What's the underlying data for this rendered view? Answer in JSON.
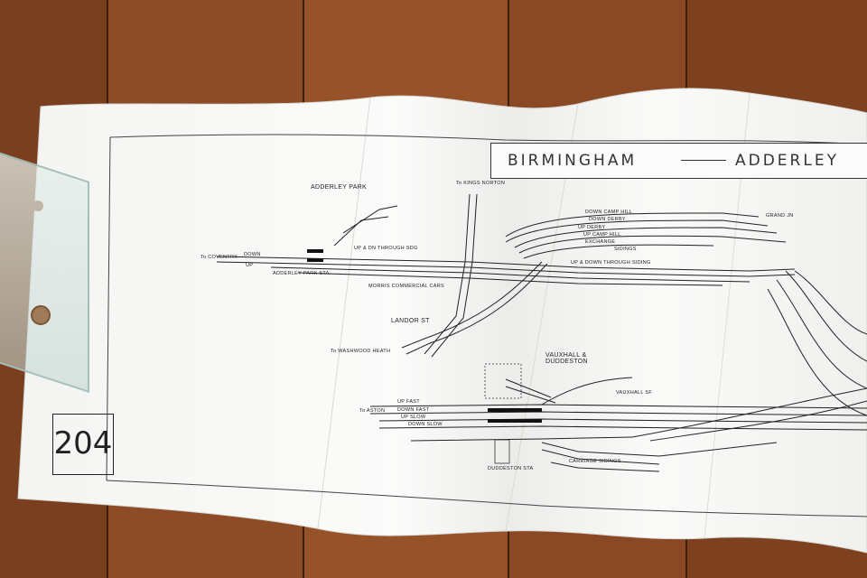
{
  "map": {
    "title_left": "BIRMINGHAM",
    "title_right": "ADDERLEY",
    "sheet_number": "204"
  },
  "labels": {
    "adderley_park": "ADDERLEY PARK",
    "adderley_park_sta": "ADDERLEY PARK STA.",
    "to_coventry": "To COVENTRY",
    "down": "DOWN",
    "up": "UP",
    "up_dn_through": "UP & DN THROUGH SDG",
    "morris_cars": "MORRIS COMMERCIAL CARS",
    "landor_st": "LANDOR ST",
    "to_washwood": "To WASHWOOD HEATH",
    "to_kings_norton": "To KINGS NORTON",
    "down_camp_hill": "DOWN CAMP HILL",
    "down_derby": "DOWN DERBY",
    "up_derby": "UP DERBY",
    "up_camp_hill": "UP CAMP HILL",
    "exchange": "EXCHANGE",
    "sidings": "SIDINGS",
    "up_dn_through_siding": "UP & DOWN THROUGH SIDING",
    "vauxhall_duddeston": "VAUXHALL & DUDDESTON",
    "vauxhall_sf": "VAUXHALL SF",
    "to_aston": "To ASTON",
    "up_fast": "UP FAST",
    "down_fast": "DOWN FAST",
    "up_slow": "UP SLOW",
    "down_slow": "DOWN SLOW",
    "carriage_sidings": "CARRIAGE SIDINGS",
    "duddeston_sta": "DUDDESTON STA",
    "grand_jn": "GRAND JN"
  },
  "colors": {
    "floor": "#8a4a24",
    "paper": "#f7f7f5",
    "ink": "#222222"
  }
}
